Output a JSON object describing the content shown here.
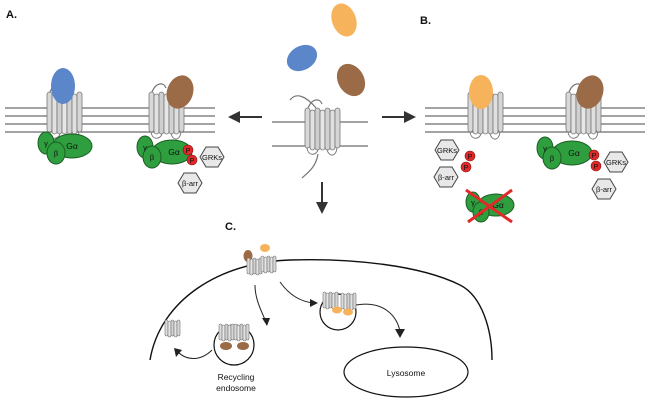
{
  "panels": {
    "a": "A.",
    "b": "B.",
    "c": "C."
  },
  "labels": {
    "g_alpha": "Gα",
    "beta": "β",
    "gamma": "γ",
    "grks": "GRKs",
    "beta_arr": "β-arr",
    "phospho": "P",
    "recycling_line1": "Recycling",
    "recycling_line2": "endosome",
    "lysosome": "Lysosome"
  },
  "colors": {
    "ligand_blue": "#5b86c9",
    "ligand_orange": "#f7b35c",
    "ligand_brown": "#9a6b46",
    "g_protein_green": "#2e9e3e",
    "phospho_red": "#e02a2a",
    "hexagon_fill": "#e8e8e8",
    "membrane_gray": "#6c6c6c",
    "receptor_gray": "#cfcfcf"
  }
}
